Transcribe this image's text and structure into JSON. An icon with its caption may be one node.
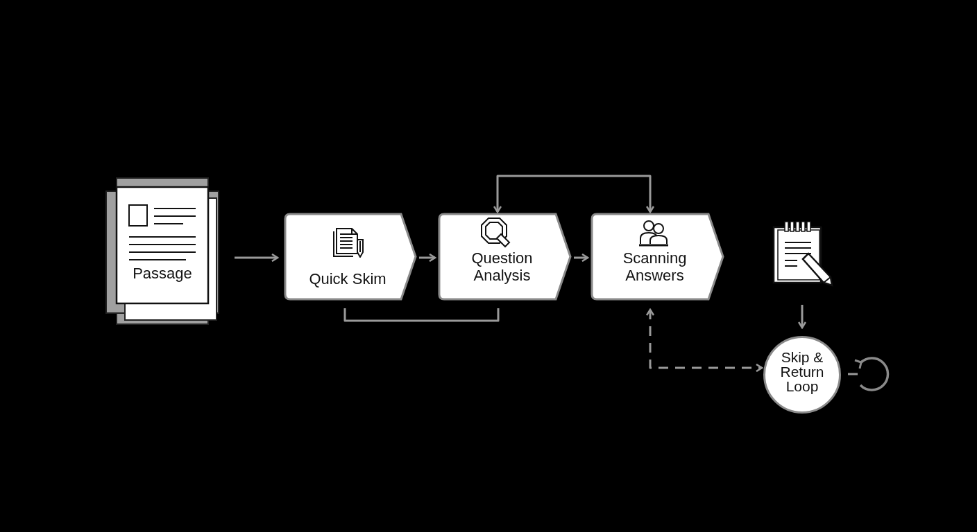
{
  "diagram": {
    "nodes": [
      {
        "text": [
          "Passage"
        ]
      },
      {
        "text": [
          "Quick Skim"
        ]
      },
      {
        "text": [
          "Question Analysis"
        ]
      },
      {
        "text": [
          "Scanning Answers"
        ]
      },
      {
        "text": [],
        "shape": "picture"
      },
      {
        "text": [
          "Skip & Return Loop"
        ]
      },
      {
        "text": [],
        "shape": "picture"
      }
    ],
    "edges": [
      {
        "from": 0,
        "to": 1,
        "arrow": "to"
      },
      {
        "from": 1,
        "to": 2,
        "arrow": "to"
      },
      {
        "from": 2,
        "to": 3,
        "arrow": "to"
      },
      {
        "from": 1,
        "to": 2,
        "arrow": "none"
      },
      {
        "from": 2,
        "to": 3,
        "arrow": "both"
      },
      {
        "from": 4,
        "to": 5,
        "arrow": "to"
      },
      {
        "from": 3,
        "to": 5,
        "arrow": "both",
        "style": "dashed"
      },
      {
        "from": 5,
        "to": 6,
        "arrow": "none",
        "style": "dashed"
      }
    ]
  }
}
